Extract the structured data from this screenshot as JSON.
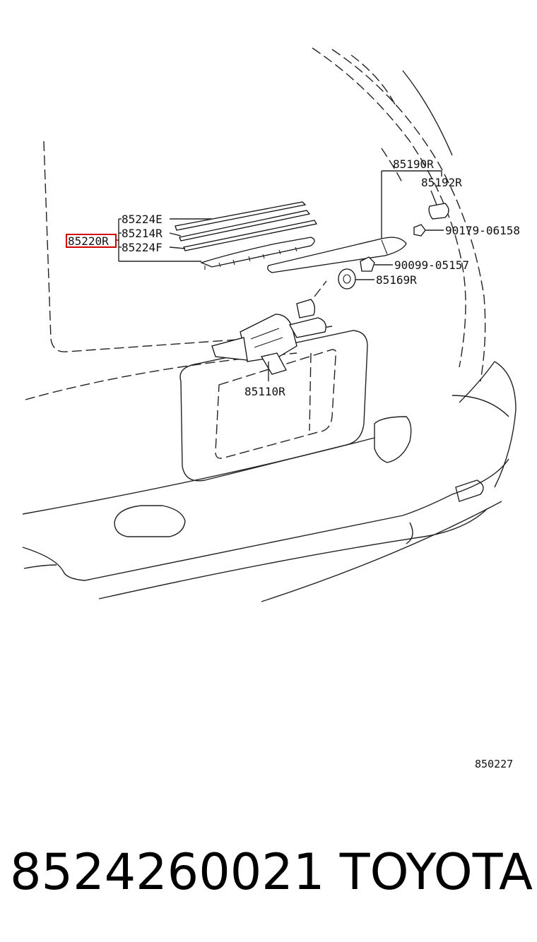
{
  "labels": {
    "wiper_rubber": "85224E",
    "wiper_refill": "85214R",
    "blade_assembly": "85220R",
    "blade_frame": "85224F",
    "arm": "85190R",
    "arm_cap": "85192R",
    "nut_cap": "90179-06158",
    "nut": "90099-05157",
    "seal": "85169R",
    "motor": "85110R"
  },
  "diagram_code": "850227",
  "footer": {
    "part_number": "8524260021",
    "brand": "TOYOTA"
  },
  "colors": {
    "highlight": "#d00000",
    "line": "#222222"
  }
}
